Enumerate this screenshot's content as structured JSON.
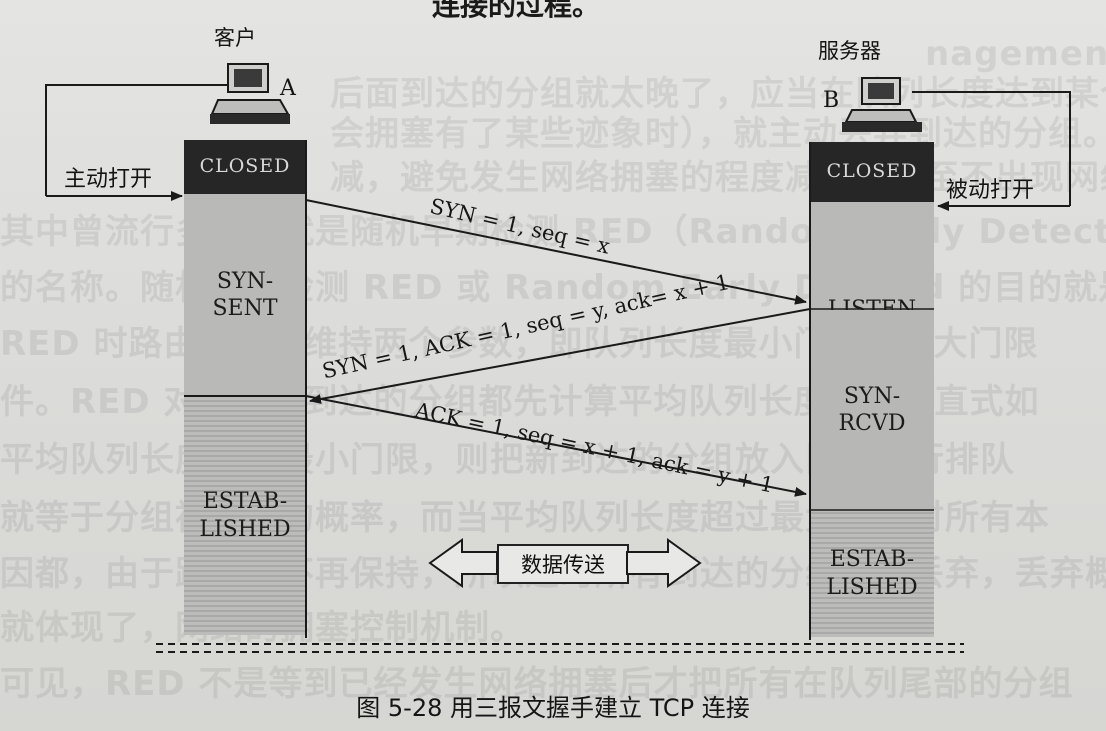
{
  "figure": {
    "top_fragment": "连接的过程。",
    "caption": "图 5-28  用三报文握手建立 TCP 连接"
  },
  "client": {
    "title": "客户",
    "letter": "A",
    "open_label": "主动打开",
    "states": [
      "CLOSED",
      "SYN-\nSENT",
      "ESTAB-\nLISHED"
    ]
  },
  "server": {
    "title": "服务器",
    "letter": "B",
    "open_label": "被动打开",
    "states": [
      "CLOSED",
      "LISTEN",
      "SYN-\nRCVD",
      "ESTAB-\nLISHED"
    ]
  },
  "messages": [
    {
      "label": "SYN = 1, seq = x",
      "direction": "A-to-B"
    },
    {
      "label": "SYN = 1, ACK = 1, seq = y, ack= x + 1",
      "direction": "B-to-A"
    },
    {
      "label": "ACK = 1, seq = x + 1, ack = y + 1",
      "direction": "A-to-B"
    }
  ],
  "data_transfer_label": "数据传送",
  "bleed_through": [
    "nagement)。所谓“主动”就是不必等到路由器的队列长度已经达到最",
    "后面到达的分组就太晚了，应当在队列长度达到某个值得警",
    "会拥塞有了某些迹象时），就主动丢弃到达的分组。这样就提醒了",
    "减，避免发生网络拥塞的程度减轻，甚至不出现网络拥塞。AQM",
    "其中曾流行多年的就是随机早期检测 RED（Random Early Detection）",
    "的名称。随机早期检测 RED 或 Random Early Discard 的目的就是期望",
    "RED 时路由器需要维持两个参数，即队列长度最小门限和最大门限",
    "件。RED 对每一个到达的分组都先计算平均队列长度 L，L 直式如",
    "平均队列长度小于最小门限，则把新到达的分组放入队列进行排队",
    "就等于分组被丢弃的概率，而当平均队列长度超过最大门限时所有本",
    "因都，由于路由器不再保持，所以这时所有到达的分组都被丢弃，丢弃概率 p 为",
    "就体现了，网络的拥塞控制机制。",
    "可见，RED 不是等到已经发生网络拥塞后才把所有在队列尾部的分组"
  ]
}
